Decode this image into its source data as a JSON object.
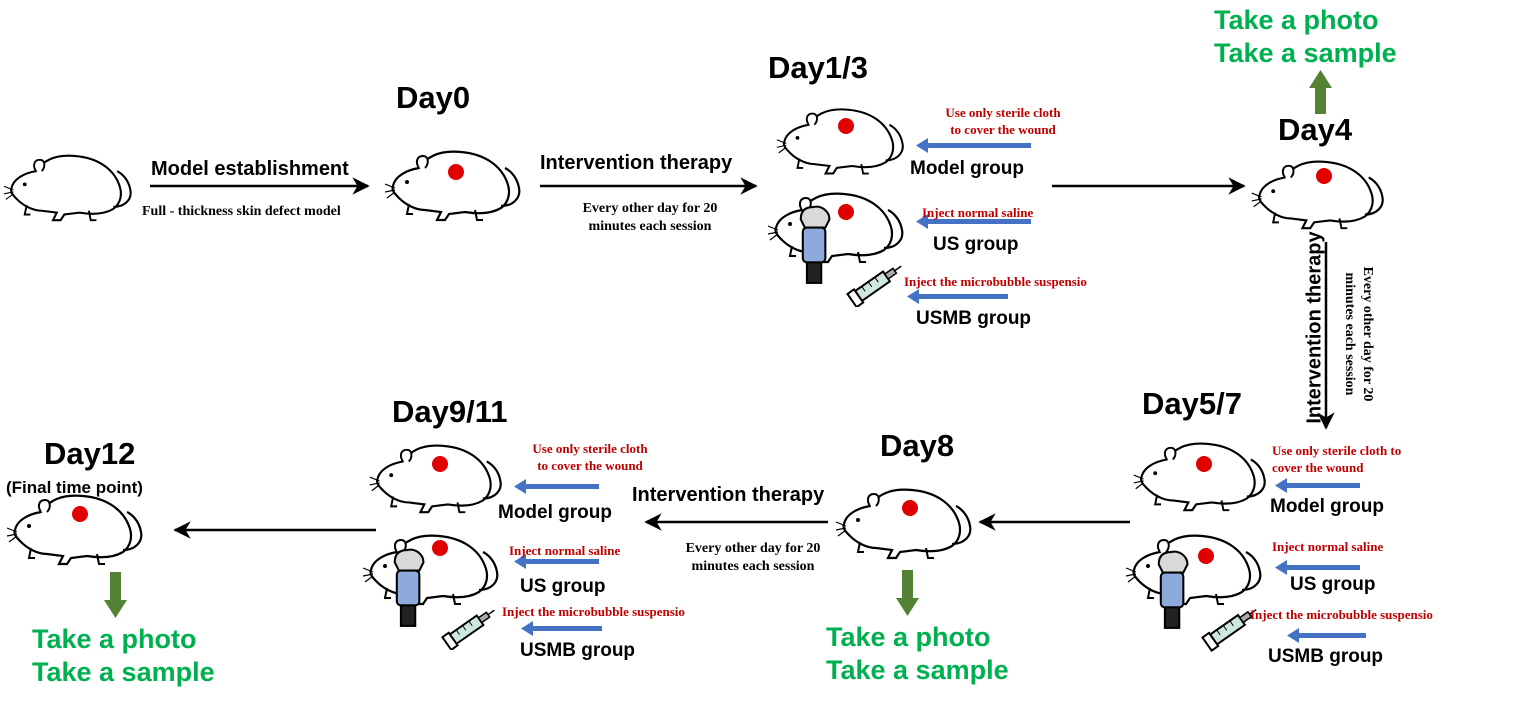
{
  "days": {
    "day0": "Day0",
    "day1_3": "Day1/3",
    "day4": "Day4",
    "day5_7": "Day5/7",
    "day8": "Day8",
    "day9_11": "Day9/11",
    "day12": "Day12",
    "day12_sub": "(Final time point)"
  },
  "steps": {
    "model_establishment": "Model establishment",
    "skin_defect_model": "Full - thickness skin defect model",
    "intervention_therapy": "Intervention therapy",
    "schedule_line1": "Every other day for 20",
    "schedule_line2": "minutes each session"
  },
  "groups": {
    "model": "Model group",
    "us": "US group",
    "usmb": "USMB group"
  },
  "treatments": {
    "cloth_line1": "Use only sterile cloth",
    "cloth_line2": "to cover the wound",
    "cloth_line1_alt": "Use only sterile cloth to",
    "cloth_line2_alt": "cover the wound",
    "saline": "Inject normal saline",
    "microbubble": "Inject the microbubble suspensio"
  },
  "actions": {
    "photo": "Take a photo",
    "sample": "Take a sample"
  },
  "colors": {
    "wound": "#e00000",
    "arrow_blue": "#4472c4",
    "arrow_green": "#548235",
    "treatment_text": "#c00000",
    "action_text": "#00b050"
  },
  "icons": [
    "rat-icon",
    "ultrasound-probe-icon",
    "syringe-icon"
  ]
}
